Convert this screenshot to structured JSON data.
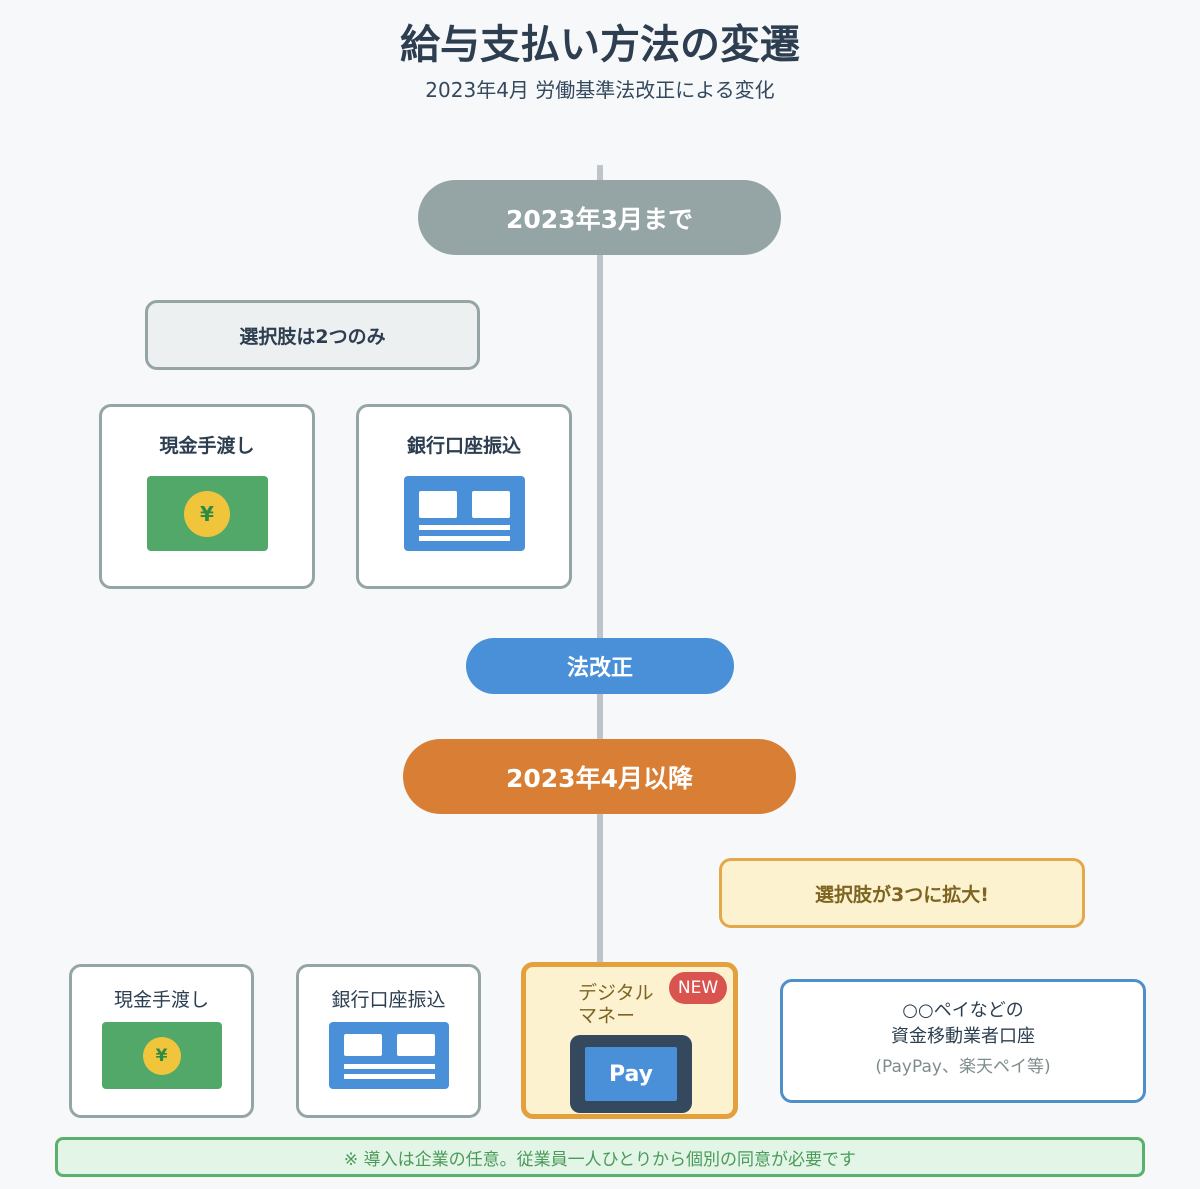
{
  "header": {
    "title": "給与支払い方法の変遷",
    "subtitle": "2023年4月 労働基準法改正による変化"
  },
  "timeline": {
    "before_label": "2023年3月まで",
    "law_label": "法改正",
    "after_label": "2023年4月以降"
  },
  "before": {
    "note": "選択肢は2つのみ",
    "methods": [
      {
        "label": "現金手渡し",
        "icon": "cash-yen-icon"
      },
      {
        "label": "銀行口座振込",
        "icon": "bank-card-icon"
      }
    ]
  },
  "after": {
    "note": "選択肢が3つに拡大!",
    "methods": [
      {
        "label": "現金手渡し",
        "icon": "cash-yen-icon"
      },
      {
        "label": "銀行口座振込",
        "icon": "bank-card-icon"
      },
      {
        "label_line1": "デジタル",
        "label_line2": "マネー",
        "badge": "NEW",
        "icon_text": "Pay",
        "icon": "smartphone-pay-icon"
      }
    ],
    "digital_detail": {
      "line1": "○○ペイなどの",
      "line2": "資金移動業者口座",
      "line3": "(PayPay、楽天ペイ等)"
    }
  },
  "icons": {
    "yen_symbol": "¥"
  },
  "footer_note": "※ 導入は企業の任意。従業員一人ひとりから個別の同意が必要です",
  "colors": {
    "before": "#95a5a6",
    "law": "#4a90d9",
    "after": "#d97f35",
    "cash": "#52a869",
    "coin": "#f0c53c",
    "bank": "#4a90d9",
    "new_badge": "#d9534f",
    "footer": "#5cb06e"
  }
}
